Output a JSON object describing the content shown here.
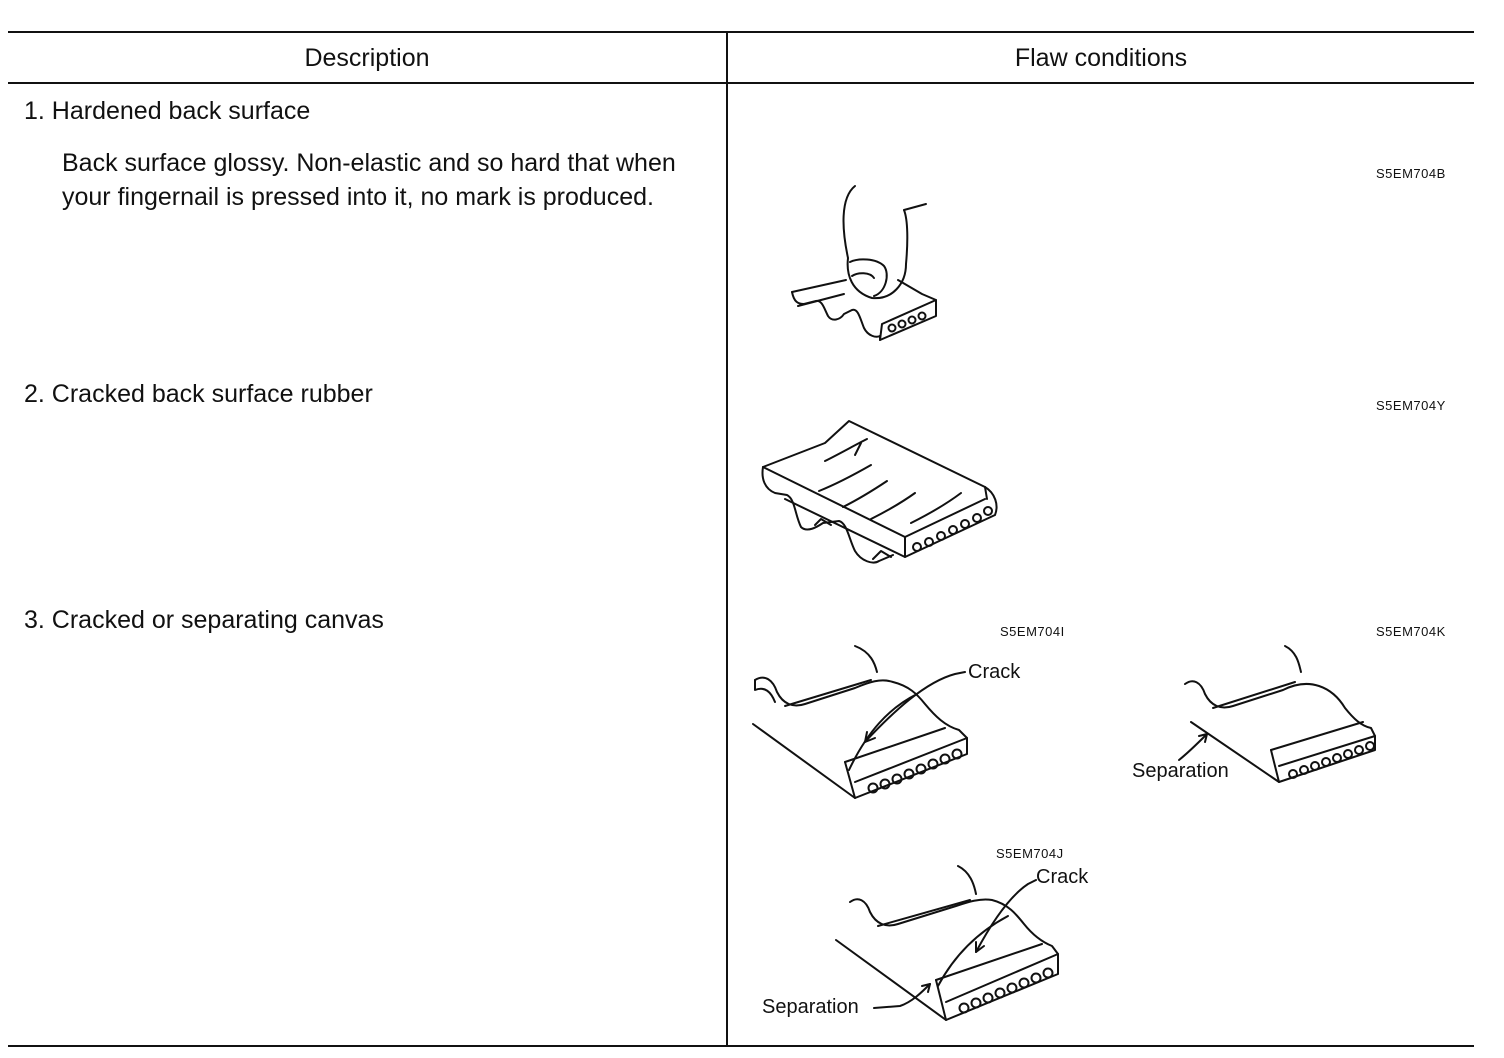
{
  "table": {
    "headers": {
      "description": "Description",
      "flaw_conditions": "Flaw conditions"
    },
    "rows": [
      {
        "title": "1. Hardened back surface",
        "detail": "Back surface glossy. Non-elastic and so hard that when your fingernail is pressed into it, no mark is produced.",
        "figures": [
          {
            "code": "S5EM704B",
            "labels": []
          }
        ]
      },
      {
        "title": "2. Cracked back surface rubber",
        "detail": "",
        "figures": [
          {
            "code": "S5EM704Y",
            "labels": []
          }
        ]
      },
      {
        "title": "3. Cracked or separating canvas",
        "detail": "",
        "figures": [
          {
            "code": "S5EM704I",
            "labels": [
              "Crack"
            ]
          },
          {
            "code": "S5EM704K",
            "labels": [
              "Separation"
            ]
          },
          {
            "code": "S5EM704J",
            "labels": [
              "Crack",
              "Separation"
            ]
          }
        ]
      }
    ]
  },
  "icons": [
    "fingernail-press-belt-illustration",
    "cracked-belt-illustration",
    "cracked-canvas-belt-illustration",
    "separating-canvas-belt-illustration"
  ]
}
